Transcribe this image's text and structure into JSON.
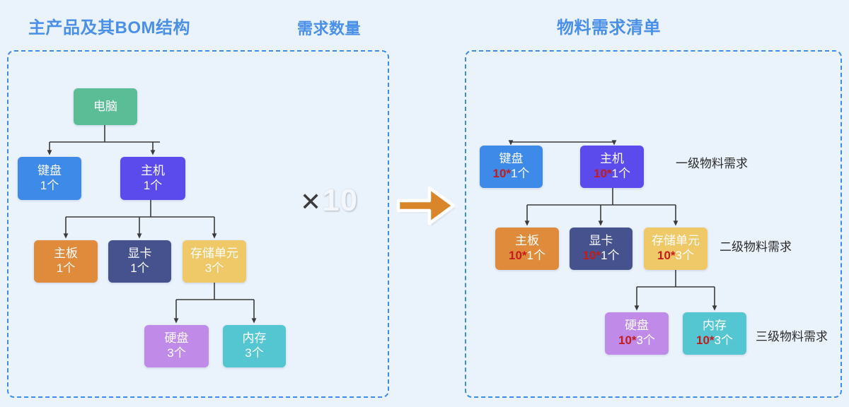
{
  "titles": {
    "bom": "主产品及其BOM结构",
    "quantity": "需求数量",
    "mrp": "物料需求清单"
  },
  "multiplier": {
    "symbol": "✕",
    "value": "10"
  },
  "arrow": {
    "name": "right-arrow-icon",
    "color": "#d9862a"
  },
  "colors": {
    "panel_border": "#3d8ce8",
    "background": "#eaf2fb",
    "title": "#4a90e8",
    "multiplier_number": "#f3f6fa",
    "multiplier_symbol": "#3b3b3b",
    "connector": "#3a3a3a",
    "red_multiplier": "#c31c1c",
    "node_computer": "#5bbd96",
    "node_keyboard": "#3d8ae8",
    "node_host": "#5b4bed",
    "node_mainboard": "#e08b3c",
    "node_gpu": "#45528e",
    "node_storage": "#efc867",
    "node_disk": "#c08ae8",
    "node_memory": "#53c6d2"
  },
  "left_panel": {
    "nodes": [
      {
        "id": "computer",
        "label": "电脑",
        "qty": "",
        "color": "#5bbd96",
        "level": 0
      },
      {
        "id": "keyboard",
        "label": "键盘",
        "qty": "1个",
        "color": "#3d8ae8",
        "level": 1
      },
      {
        "id": "host",
        "label": "主机",
        "qty": "1个",
        "color": "#5b4bed",
        "level": 1
      },
      {
        "id": "mainboard",
        "label": "主板",
        "qty": "1个",
        "color": "#e08b3c",
        "level": 2
      },
      {
        "id": "gpu",
        "label": "显卡",
        "qty": "1个",
        "color": "#45528e",
        "level": 2
      },
      {
        "id": "storage",
        "label": "存储单元",
        "qty": "3个",
        "color": "#efc867",
        "level": 2
      },
      {
        "id": "disk",
        "label": "硬盘",
        "qty": "3个",
        "color": "#c08ae8",
        "level": 3
      },
      {
        "id": "memory",
        "label": "内存",
        "qty": "3个",
        "color": "#53c6d2",
        "level": 3
      }
    ]
  },
  "right_panel": {
    "nodes": [
      {
        "id": "keyboard",
        "label": "键盘",
        "mul": "10*",
        "qty": "1个",
        "color": "#3d8ae8",
        "level": 1
      },
      {
        "id": "host",
        "label": "主机",
        "mul": "10*",
        "qty": "1个",
        "color": "#5b4bed",
        "level": 1
      },
      {
        "id": "mainboard",
        "label": "主板",
        "mul": "10*",
        "qty": "1个",
        "color": "#e08b3c",
        "level": 2
      },
      {
        "id": "gpu",
        "label": "显卡",
        "mul": "10*",
        "qty": "1个",
        "color": "#45528e",
        "level": 2
      },
      {
        "id": "storage",
        "label": "存储单元",
        "mul": "10*",
        "qty": "3个",
        "color": "#efc867",
        "level": 2
      },
      {
        "id": "disk",
        "label": "硬盘",
        "mul": "10*",
        "qty": "3个",
        "color": "#c08ae8",
        "level": 3
      },
      {
        "id": "memory",
        "label": "内存",
        "mul": "10*",
        "qty": "3个",
        "color": "#53c6d2",
        "level": 3
      }
    ],
    "annotations": {
      "level1": "一级物料需求",
      "level2": "二级物料需求",
      "level3": "三级物料需求"
    }
  }
}
